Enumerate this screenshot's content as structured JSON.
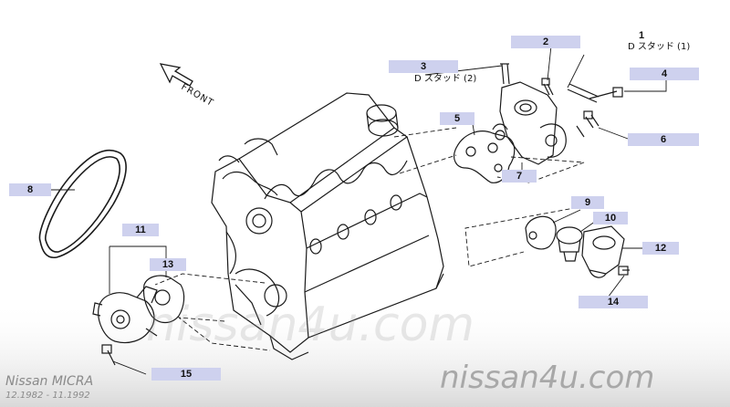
{
  "callouts": {
    "c1": "1",
    "c2": "2",
    "c3": "3",
    "c4": "4",
    "c5": "5",
    "c6": "6",
    "c7": "7",
    "c8": "8",
    "c9": "9",
    "c10": "10",
    "c11": "11",
    "c12": "12",
    "c13": "13",
    "c14": "14",
    "c15": "15"
  },
  "notes": {
    "stud_1": "D スタッド (1)",
    "stud_2": "D スタッド (2)"
  },
  "direction": {
    "front": "FRONT"
  },
  "brand": {
    "model": "Nissan MICRA",
    "dates": "12.1982 - 11.1992",
    "watermark": "nissan4u.com",
    "logo": "nissan4u.com"
  },
  "colors": {
    "callout_background": "#ced1ee",
    "line_art": "#1a1a1a",
    "watermark": "#9a9a9a"
  }
}
